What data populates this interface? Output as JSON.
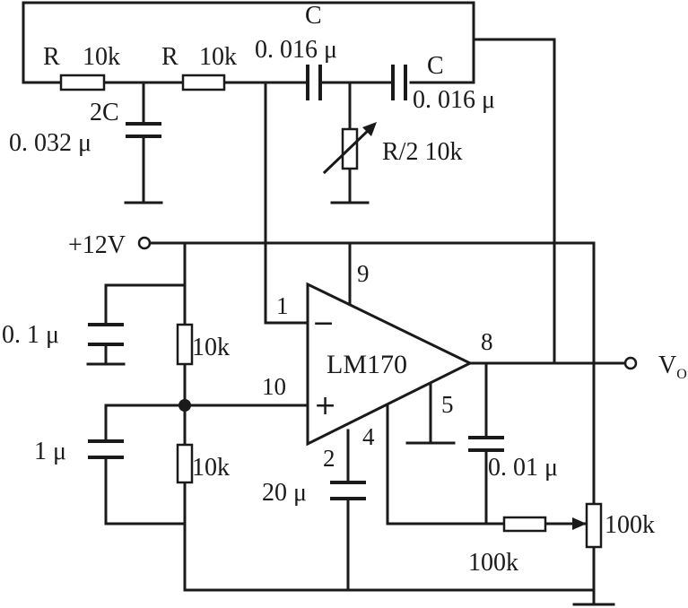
{
  "labels": {
    "r1_name": "R",
    "r1_value": "10k",
    "r2_name": "R",
    "r2_value": "10k",
    "c_top_name": "C",
    "c_top_value": "0. 016 μ",
    "c_right_name": "C",
    "c_right_value": "0. 016 μ",
    "c2c_name": "2C",
    "c2c_value": "0. 032 μ",
    "rpot_value": "R/2  10k",
    "supply": "+12V",
    "c_01_value": "0. 1 μ",
    "r_div_top": "10k",
    "c_1_value": "1 μ",
    "r_div_bottom": "10k",
    "c_20_value": "20 μ",
    "c_001_value": "0. 01 μ",
    "r_100k_value": "100k",
    "pot_100k_value": "100k",
    "output_label": "V",
    "output_sub": "O",
    "amp_name": "LM170",
    "minus_sign": "−",
    "plus_sign": "+"
  },
  "pins": {
    "p1": "1",
    "p2": "2",
    "p4": "4",
    "p5": "5",
    "p8": "8",
    "p9": "9",
    "p10": "10"
  }
}
